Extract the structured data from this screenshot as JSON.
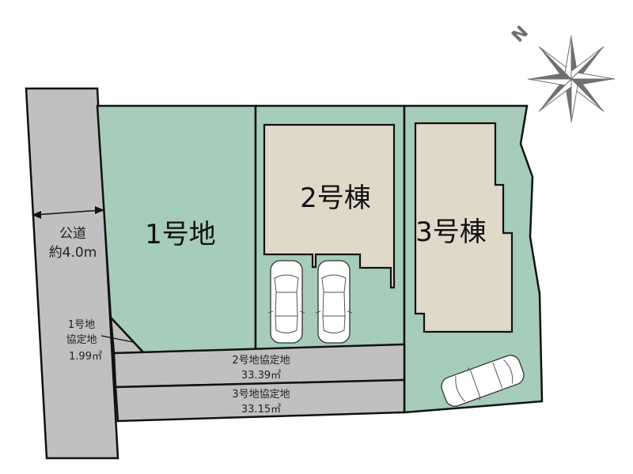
{
  "compass": {
    "north_label": "N",
    "icon": "compass-rose-icon",
    "color": "#707070"
  },
  "road": {
    "label_line1": "公道",
    "label_line2": "約4.0m",
    "color": "#c0c0c0"
  },
  "lots": [
    {
      "id": "lot-1",
      "label": "1号地",
      "color": "#a5cdb9"
    },
    {
      "id": "lot-2",
      "label": "2号棟",
      "color": "#a5cdb9"
    },
    {
      "id": "lot-3",
      "label": "3号棟",
      "color": "#a5cdb9"
    }
  ],
  "buildings": [
    {
      "id": "building-2",
      "label": "2号棟",
      "color": "#e0d9c9"
    },
    {
      "id": "building-3",
      "label": "3号棟",
      "color": "#e0d9c9"
    }
  ],
  "easements": [
    {
      "id": "easement-1",
      "line1": "1号地",
      "line2": "協定地",
      "area": "1.99㎡"
    },
    {
      "id": "easement-2",
      "name": "2号地協定地",
      "area": "33.39㎡"
    },
    {
      "id": "easement-3",
      "name": "3号地協定地",
      "area": "33.15㎡"
    }
  ],
  "parking": [
    {
      "id": "car-lot2-a",
      "icon": "car-icon",
      "orientation": "vertical"
    },
    {
      "id": "car-lot2-b",
      "icon": "car-icon",
      "orientation": "vertical"
    },
    {
      "id": "car-lot3",
      "icon": "car-icon",
      "orientation": "angled"
    }
  ]
}
